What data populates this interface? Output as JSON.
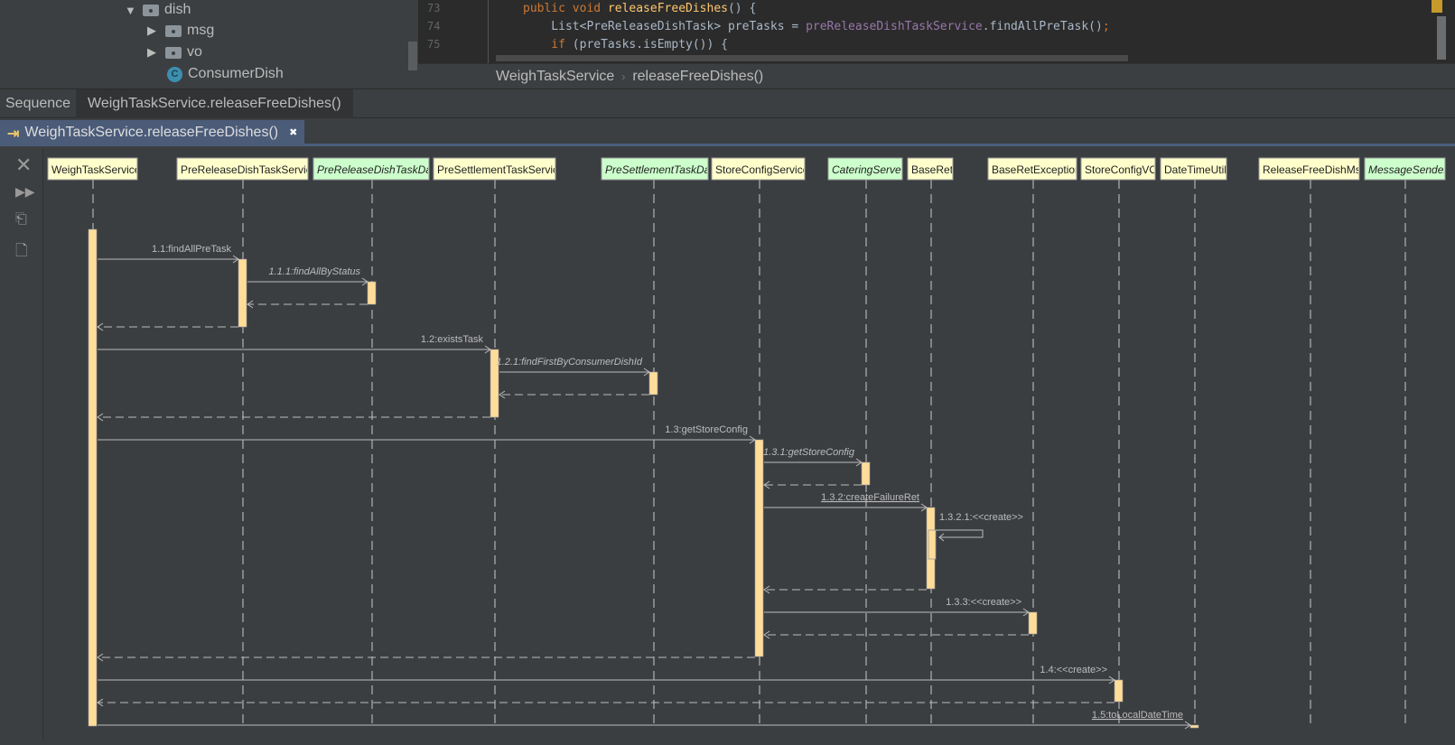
{
  "project_tree": {
    "items": [
      {
        "label": "dish",
        "type": "folder",
        "expanded": true
      },
      {
        "label": "msg",
        "type": "folder",
        "expanded": false
      },
      {
        "label": "vo",
        "type": "folder",
        "expanded": false
      },
      {
        "label": "ConsumerDish",
        "type": "class",
        "icon_letter": "C"
      }
    ]
  },
  "editor": {
    "lines": [
      {
        "num": "73",
        "segments": [
          [
            "kw",
            "public void "
          ],
          [
            "fn",
            "releaseFreeDishes"
          ],
          [
            "",
            "() {"
          ]
        ]
      },
      {
        "num": "74",
        "segments": [
          [
            "",
            "    List<PreReleaseDishTask> preTasks = "
          ],
          [
            "fld",
            "preReleaseDishTaskService"
          ],
          [
            "",
            ".findAllPreTask()"
          ],
          [
            "kw",
            ";"
          ]
        ]
      },
      {
        "num": "75",
        "segments": [
          [
            "kw",
            "    if "
          ],
          [
            "",
            "(preTasks.isEmpty()) {"
          ]
        ]
      }
    ],
    "breadcrumb": [
      "WeighTaskService",
      "releaseFreeDishes()"
    ]
  },
  "tool_window": {
    "title": "Sequence",
    "subtitle": "WeighTaskService.releaseFreeDishes()",
    "tab_label": "WeighTaskService.releaseFreeDishes()"
  },
  "toolbar": [
    "close-icon",
    "fast-forward-icon",
    "export-icon",
    "text-file-icon"
  ],
  "colors": {
    "class_box": "#ffffcc",
    "interface_box": "#ccffcc",
    "activation": "#ffdd99",
    "line": "#bbbbbb"
  },
  "diagram": {
    "participants": [
      {
        "name": "WeighTaskService",
        "interface": false
      },
      {
        "name": "PreReleaseDishTaskService",
        "interface": false
      },
      {
        "name": "PreReleaseDishTaskDao",
        "interface": true
      },
      {
        "name": "PreSettlementTaskService",
        "interface": false
      },
      {
        "name": "PreSettlementTaskDao",
        "interface": true
      },
      {
        "name": "StoreConfigService",
        "interface": false
      },
      {
        "name": "CateringServer",
        "interface": true
      },
      {
        "name": "BaseRet",
        "interface": false
      },
      {
        "name": "BaseRetException",
        "interface": false
      },
      {
        "name": "StoreConfigVO",
        "interface": false
      },
      {
        "name": "DateTimeUtils",
        "interface": false
      },
      {
        "name": "ReleaseFreeDishMsg",
        "interface": false
      },
      {
        "name": "MessageSender",
        "interface": true
      }
    ],
    "messages": [
      {
        "label": "1.1:findAllPreTask",
        "from": 0,
        "to": 1,
        "kind": "call"
      },
      {
        "label": "1.1.1:findAllByStatus",
        "from": 1,
        "to": 2,
        "kind": "call",
        "italic": true
      },
      {
        "label": "",
        "from": 2,
        "to": 1,
        "kind": "return"
      },
      {
        "label": "",
        "from": 1,
        "to": 0,
        "kind": "return"
      },
      {
        "label": "1.2:existsTask",
        "from": 0,
        "to": 3,
        "kind": "call"
      },
      {
        "label": "1.2.1:findFirstByConsumerDishId",
        "from": 3,
        "to": 4,
        "kind": "call",
        "italic": true
      },
      {
        "label": "",
        "from": 4,
        "to": 3,
        "kind": "return"
      },
      {
        "label": "",
        "from": 3,
        "to": 0,
        "kind": "return"
      },
      {
        "label": "1.3:getStoreConfig",
        "from": 0,
        "to": 5,
        "kind": "call"
      },
      {
        "label": "1.3.1:getStoreConfig",
        "from": 5,
        "to": 6,
        "kind": "call",
        "italic": true
      },
      {
        "label": "",
        "from": 6,
        "to": 5,
        "kind": "return"
      },
      {
        "label": "1.3.2:createFailureRet",
        "from": 5,
        "to": 7,
        "kind": "call",
        "underline": true
      },
      {
        "label": "1.3.2.1:<<create>>",
        "from": 7,
        "to": 7,
        "kind": "self"
      },
      {
        "label": "",
        "from": 7,
        "to": 5,
        "kind": "return"
      },
      {
        "label": "1.3.3:<<create>>",
        "from": 5,
        "to": 8,
        "kind": "call"
      },
      {
        "label": "",
        "from": 8,
        "to": 5,
        "kind": "return"
      },
      {
        "label": "",
        "from": 5,
        "to": 0,
        "kind": "return"
      },
      {
        "label": "1.4:<<create>>",
        "from": 0,
        "to": 9,
        "kind": "call"
      },
      {
        "label": "",
        "from": 9,
        "to": 0,
        "kind": "return"
      },
      {
        "label": "1.5:toLocalDateTime",
        "from": 0,
        "to": 10,
        "kind": "call",
        "underline": true
      }
    ]
  }
}
